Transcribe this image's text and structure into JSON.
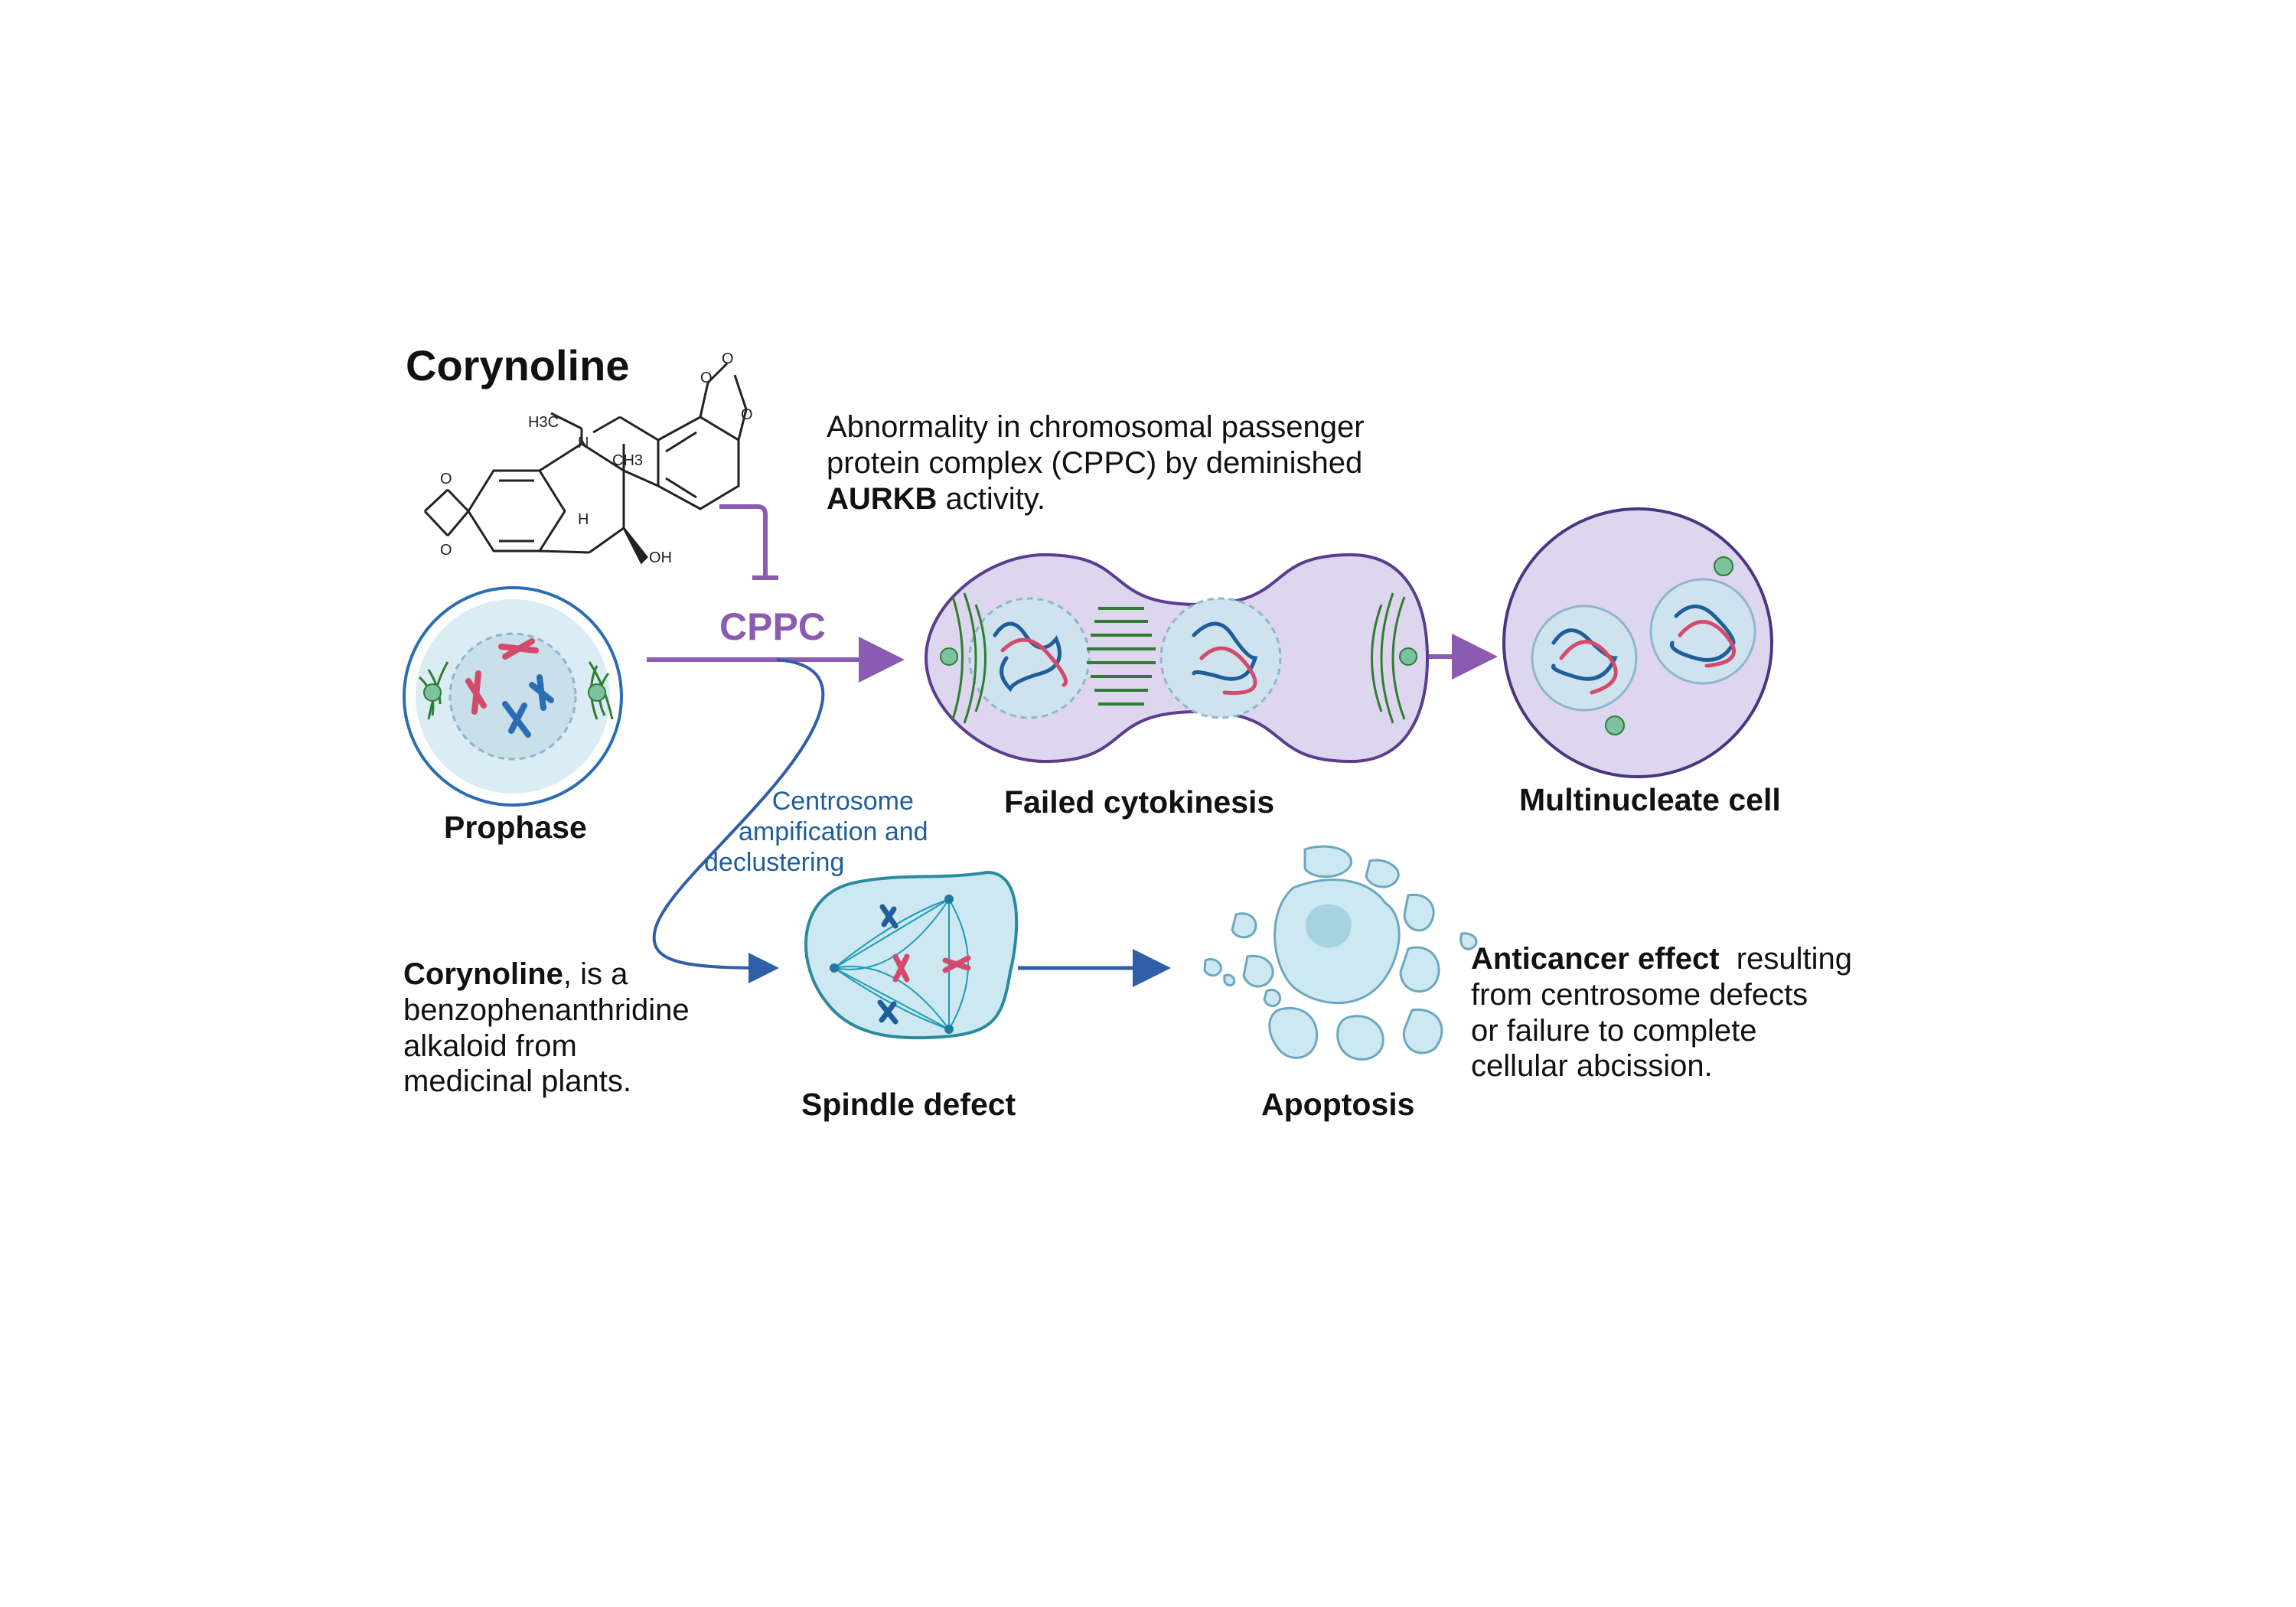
{
  "title": "Corynoline",
  "structure": {
    "h3c": "H3C",
    "n": "N",
    "ch3": "CH3",
    "h": "H",
    "oh": "OH",
    "o": "O"
  },
  "cppc_note": {
    "line1": "Abnormality in chromosomal passenger",
    "line2": "protein complex (CPPC) by deminished",
    "line3_bold": "AURKB",
    "line3_rest": " activity."
  },
  "cppc_label": "CPPC",
  "centrosome_note": {
    "line1": "Centrosome",
    "line2": "ampification and",
    "line3": "declustering"
  },
  "stages": {
    "prophase": "Prophase",
    "failed_cytokinesis": "Failed cytokinesis",
    "multinucleate": "Multinucleate cell",
    "spindle_defect": "Spindle defect",
    "apoptosis": "Apoptosis"
  },
  "description": {
    "bold": "Corynoline",
    "line1_rest": ", is a",
    "line2": "benzophenanthridine",
    "line3": "alkaloid from",
    "line4": "medicinal plants."
  },
  "effect": {
    "bold": "Anticancer effect",
    "line1_rest": "  resulting",
    "line2": "from centrosome defects",
    "line3": "or failure to complete",
    "line4": "cellular abcission."
  },
  "colors": {
    "purple_arrow": "#8a5bb0",
    "blue_arrow": "#2f5fa8",
    "prophase_border": "#2a6db5",
    "cell_purple": "#ddd6ee",
    "nucleus_blue": "#cfe6f0",
    "spindle_green": "#2e7d32"
  },
  "icons": [
    "inhibition-icon",
    "chromosome-icon",
    "centrosome-icon",
    "arrow-icon"
  ]
}
